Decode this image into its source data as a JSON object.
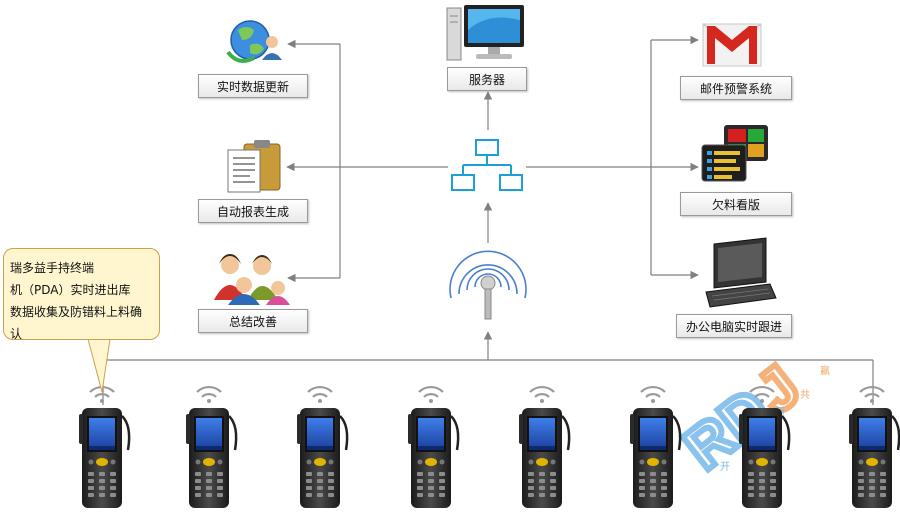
{
  "labels": {
    "realtime_update": "实时数据更新",
    "auto_report": "自动报表生成",
    "summary": "总结改善",
    "server": "服务器",
    "email_alert": "邮件预警系统",
    "shortage_board": "欠料看版",
    "office_pc": "办公电脑实时跟进"
  },
  "callout": {
    "lines": [
      "瑞多益手持终端",
      "机（PDA）实时进出库",
      "数据收集及防错料上料确",
      "认"
    ]
  },
  "watermark": "RDJ 开 新 共 赢",
  "colors": {
    "network": "#1a9fd6",
    "line": "#808080",
    "callout_bg": "#fff6d0",
    "callout_border": "#c9a24c",
    "pda_screen": "#2a5cc8"
  }
}
